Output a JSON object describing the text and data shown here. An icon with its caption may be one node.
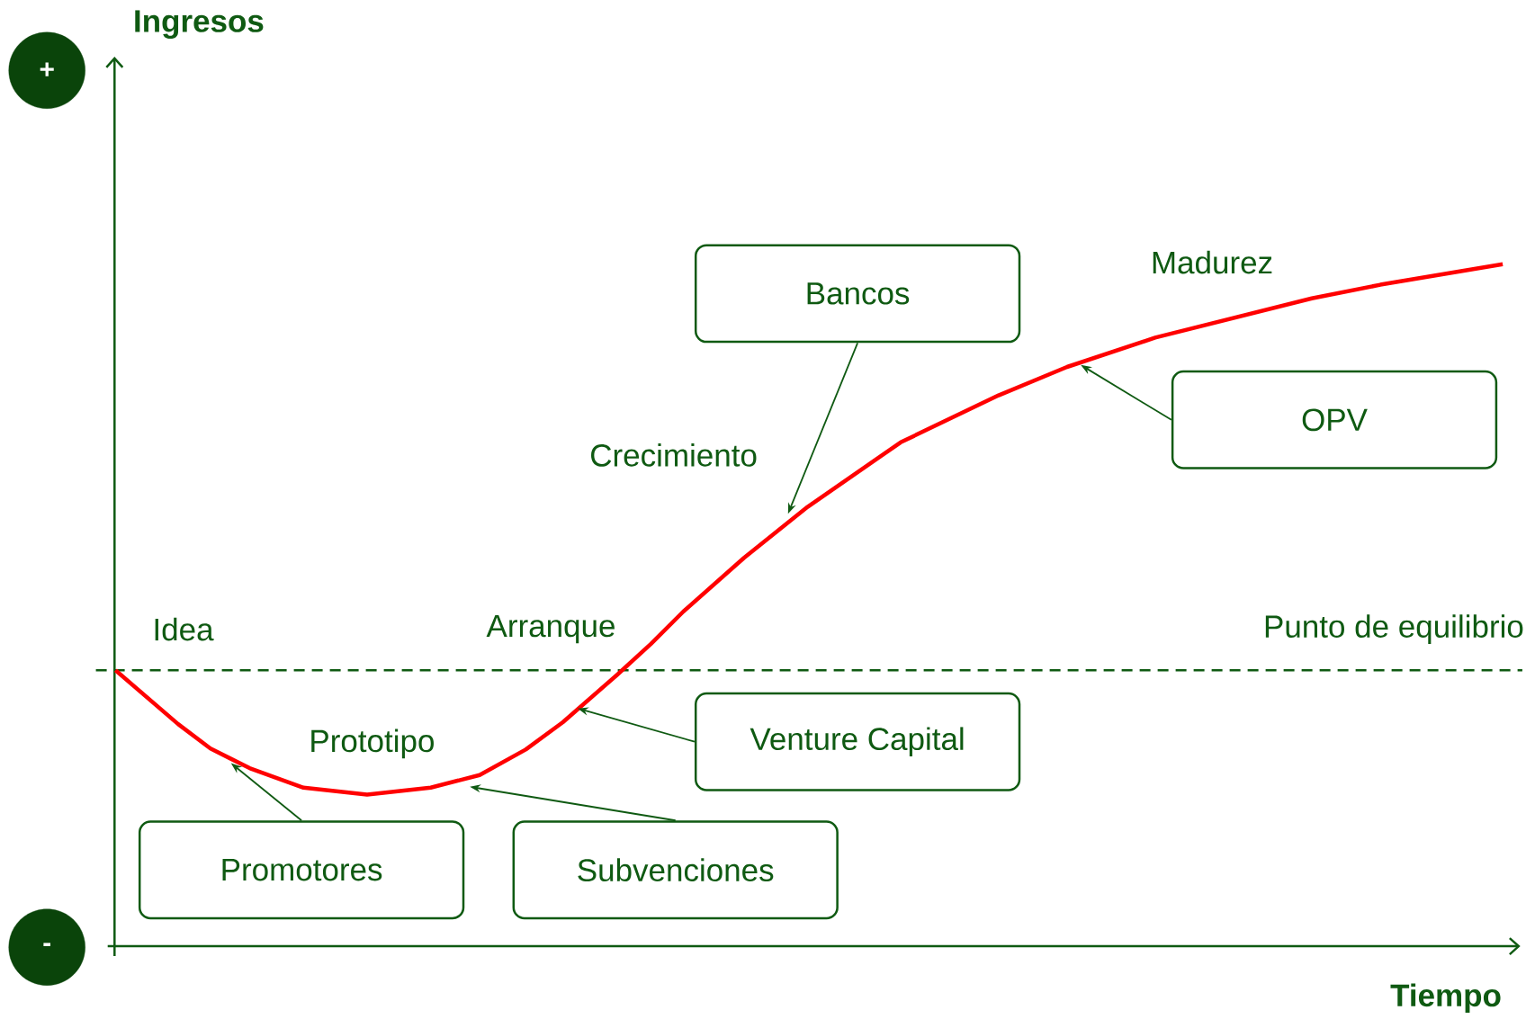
{
  "diagram": {
    "nodes": [
      {
        "text": [
          "+"
        ]
      },
      {
        "text": [
          "-"
        ]
      },
      {
        "text": [
          "Bancos"
        ]
      },
      {
        "text": [
          "OPV"
        ]
      },
      {
        "text": [
          "Venture Capital"
        ]
      },
      {
        "text": [
          "Promotores"
        ]
      },
      {
        "text": [
          "Subvenciones"
        ]
      }
    ],
    "edges": [
      {
        "from": 2,
        "to": null,
        "arrow": "to"
      },
      {
        "from": 3,
        "to": null,
        "arrow": "to"
      },
      {
        "from": 4,
        "to": null,
        "arrow": "to"
      },
      {
        "from": 5,
        "to": null,
        "arrow": "to"
      },
      {
        "from": 6,
        "to": null,
        "arrow": "to"
      }
    ],
    "labels": [
      "Ingresos",
      "Madurez",
      "Crecimiento",
      "Idea",
      "Arranque",
      "Punto de equilibrio",
      "Prototipo",
      "Tiempo"
    ]
  }
}
